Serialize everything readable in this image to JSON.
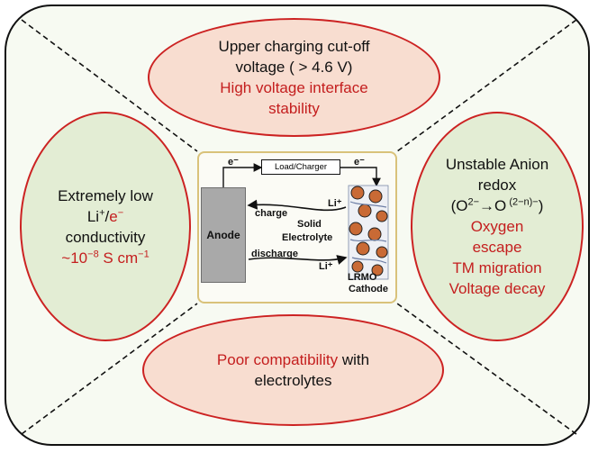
{
  "top": {
    "line1": "Upper charging cut-off",
    "line2": "voltage ( > 4.6 V)",
    "line3": "High voltage interface",
    "line4": "stability"
  },
  "left": {
    "line1": "Extremely low",
    "line2_a": "Li",
    "line2_b": "+",
    "line2_c": "/",
    "line2_d": "e",
    "line2_e": "−",
    "line3": "conductivity",
    "line4_a": "~10",
    "line4_b": "−8",
    "line4_c": " S cm",
    "line4_d": "−1"
  },
  "right": {
    "line1": "Unstable Anion",
    "line2": "redox",
    "line3_a": "(O",
    "line3_b": "2−",
    "line3_c": "→O",
    "line3_d": " (2−n)−",
    "line3_e": ")",
    "line4": "Oxygen",
    "line5": "escape",
    "line6": "TM migration",
    "line7": "Voltage decay"
  },
  "bottom": {
    "line1_a": "Poor compatibility",
    "line1_b": " with",
    "line2": "electrolytes"
  },
  "cell": {
    "load_label": "Load/Charger",
    "electron_left": "e⁻",
    "electron_right": "e⁻",
    "anode": "Anode",
    "charge": "charge",
    "discharge": "discharge",
    "li_top": "Li⁺",
    "li_bottom": "Li⁺",
    "solid": "Solid",
    "electrolyte": "Electrolyte",
    "lrmo": "LRMO",
    "cathode": "Cathode"
  },
  "colors": {
    "red_text": "#c41e1e",
    "peach_fill": "#f8ddd0",
    "green_fill": "#e3edd4",
    "oval_border": "#cc2222"
  }
}
